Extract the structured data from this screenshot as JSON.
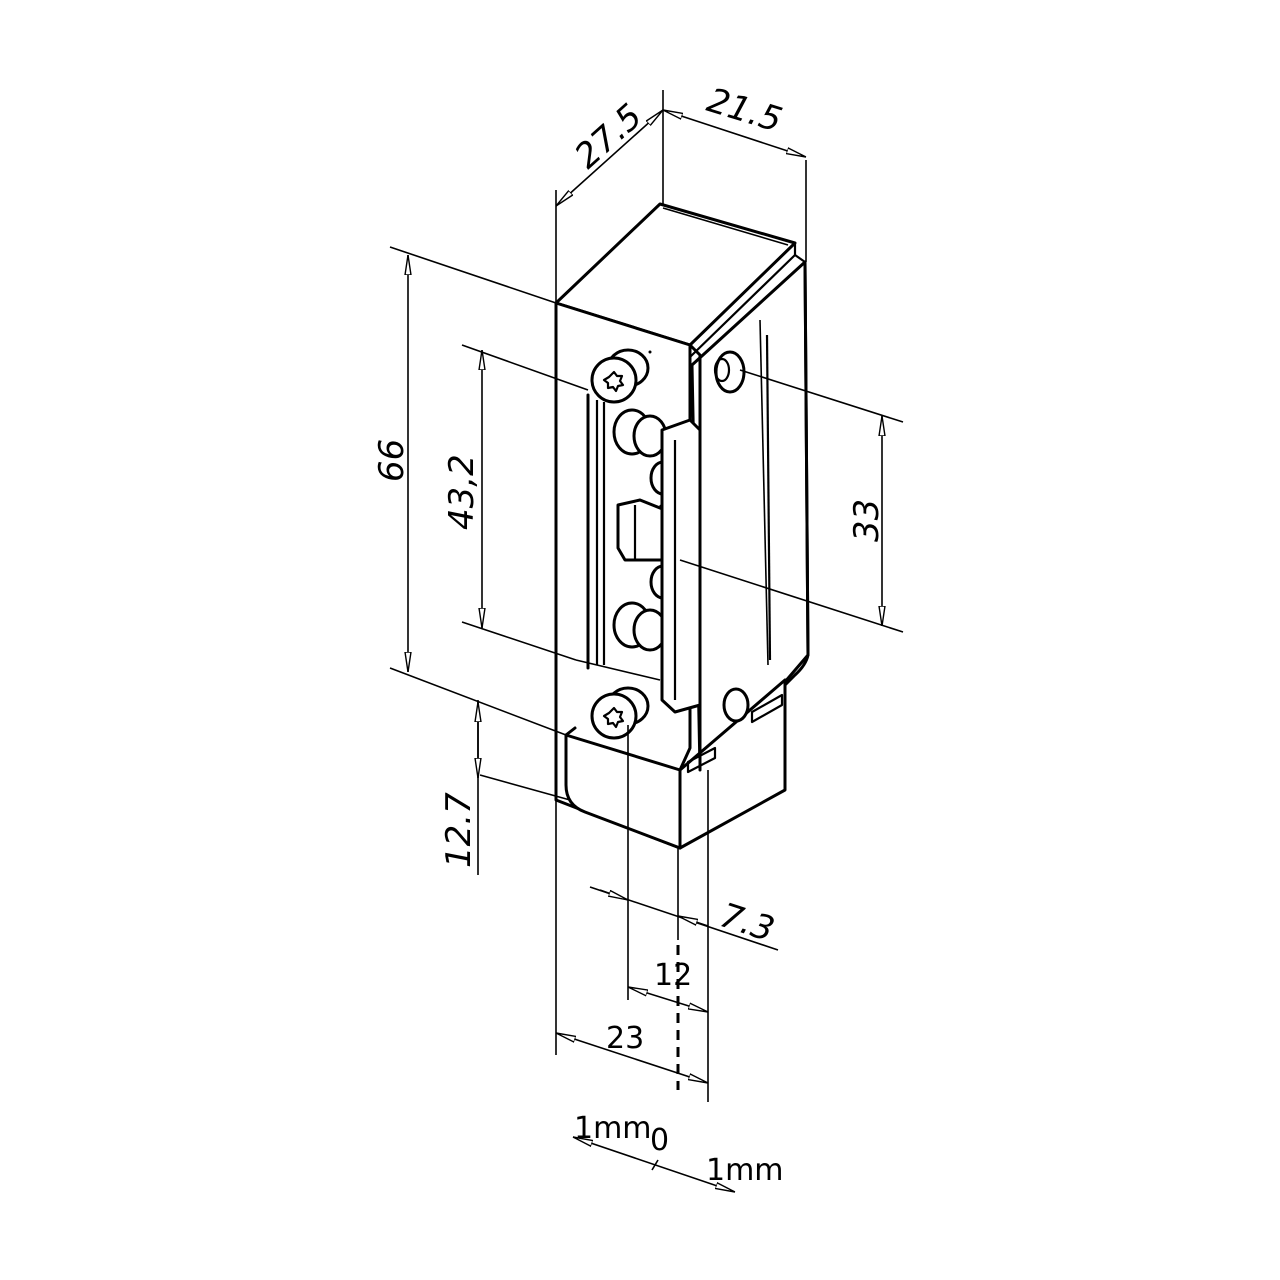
{
  "drawing": {
    "subject": "electric door strike (isometric technical drawing)",
    "line_color": "#000000",
    "background": "#ffffff"
  },
  "dimensions": {
    "depth": "27.5",
    "width": "21.5",
    "height_total": "66",
    "screw_spacing": "43,2",
    "latch_center_offset": "33",
    "bottom_cover_height": "12.7",
    "latch_offset": "7.3",
    "screw_to_edge": "12",
    "face_width": "23"
  },
  "adjustment_scale": {
    "left_label": "1mm",
    "center_label": "0",
    "right_label": "1mm"
  }
}
